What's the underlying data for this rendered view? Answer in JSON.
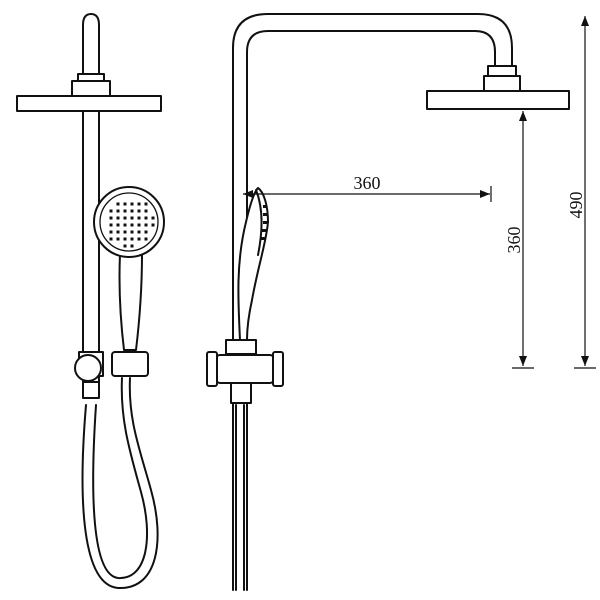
{
  "dimensions": {
    "arm_reach": "360",
    "handset_height": "360",
    "total_height": "490"
  }
}
